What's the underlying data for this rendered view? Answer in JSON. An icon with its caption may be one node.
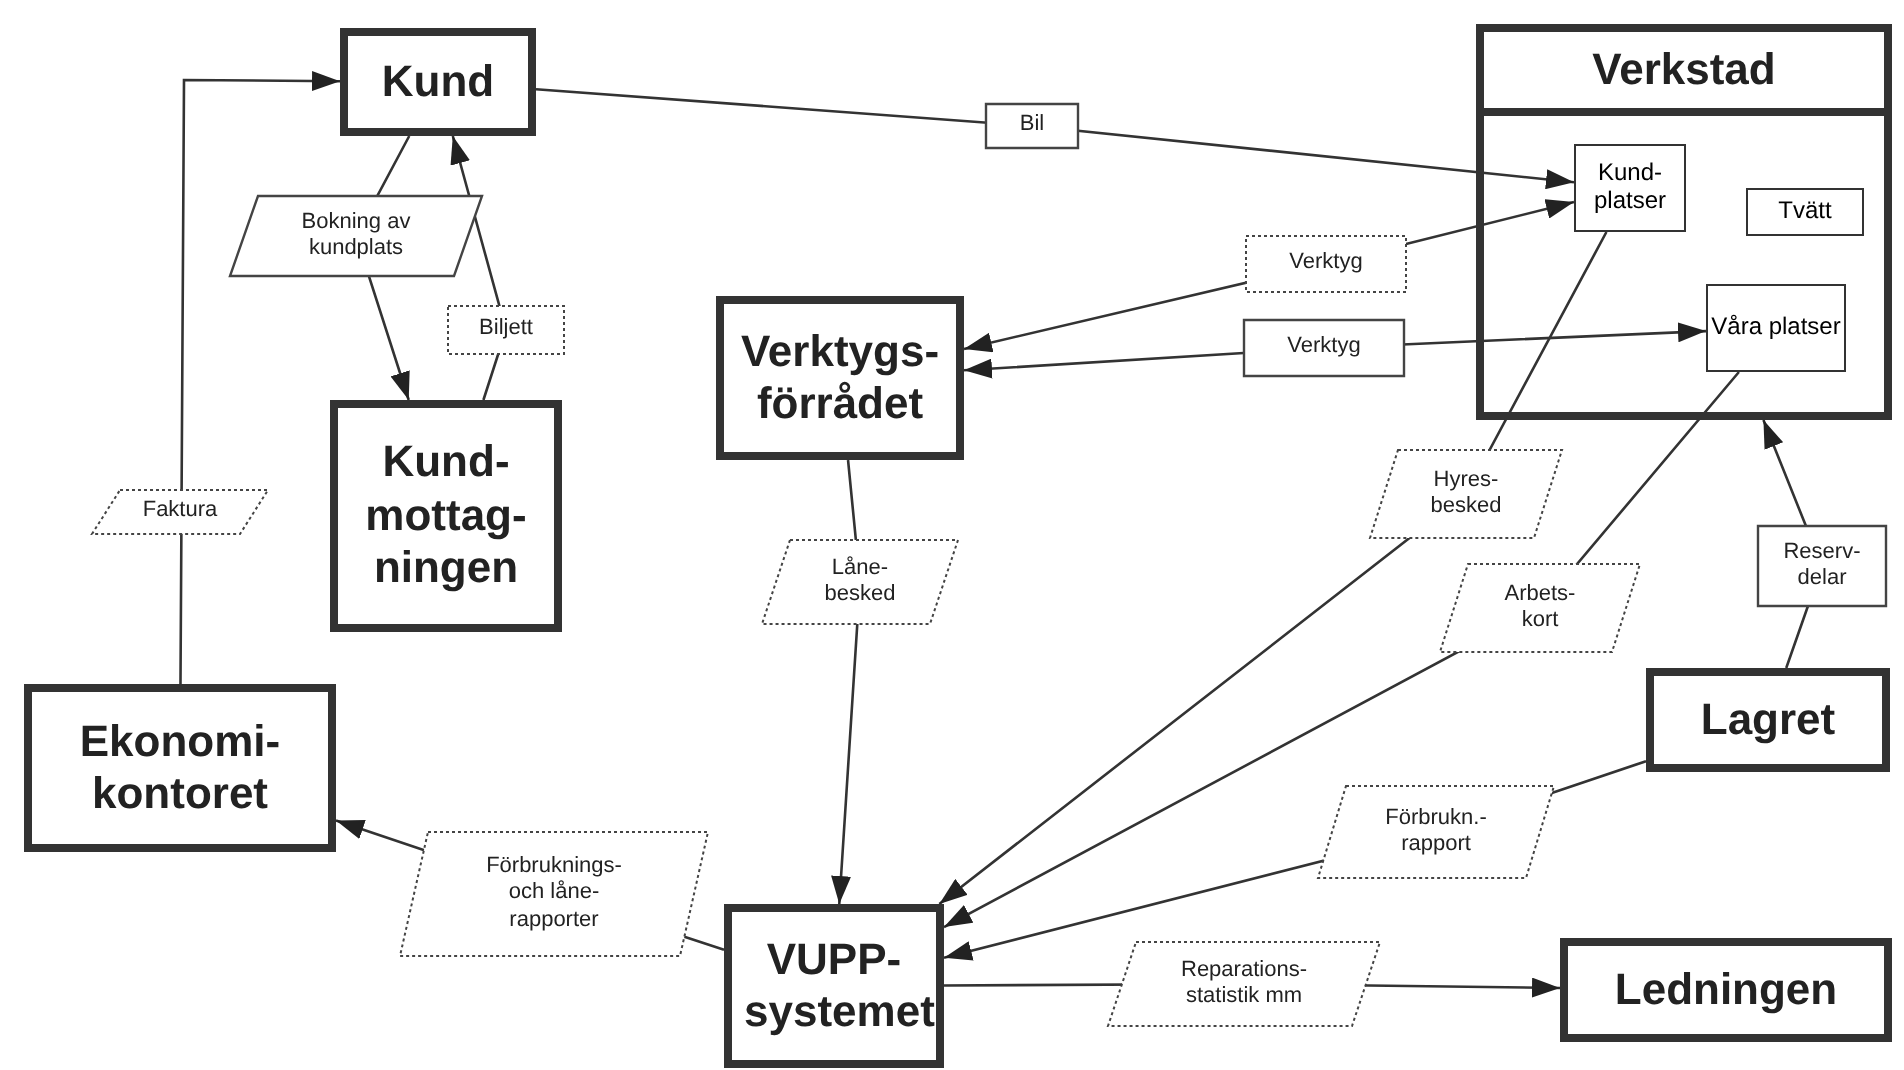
{
  "diagram": {
    "nodes": [
      {
        "text": [
          "Kund"
        ]
      },
      {
        "text": [
          "Kund- mottag- ningen"
        ]
      },
      {
        "text": [
          "Verktygs- förrådet"
        ]
      },
      {
        "text": [
          "Verkstad"
        ]
      },
      {
        "text": [
          "Kund- platser"
        ],
        "in": 3
      },
      {
        "text": [
          "Tvätt"
        ],
        "in": 3
      },
      {
        "text": [
          "Våra platser"
        ],
        "in": 3
      },
      {
        "text": [
          "Ekonomi- kontoret"
        ]
      },
      {
        "text": [
          "VUPP- systemet"
        ]
      },
      {
        "text": [
          "Lagret"
        ]
      },
      {
        "text": [
          "Ledningen"
        ]
      }
    ],
    "edges": [
      {
        "from": 7,
        "to": 0,
        "arrow": "to",
        "label": "Faktura"
      },
      {
        "from": 0,
        "to": 1,
        "arrow": "to",
        "label": "Bokning av kundplats"
      },
      {
        "from": 1,
        "to": 0,
        "arrow": "to",
        "label": "Biljett"
      },
      {
        "from": 0,
        "to": 4,
        "arrow": "to",
        "label": "Bil"
      },
      {
        "from": 2,
        "to": 4,
        "arrow": "both",
        "label": "Verktyg"
      },
      {
        "from": 6,
        "to": 2,
        "arrow": "both",
        "label": "Verktyg"
      },
      {
        "from": 2,
        "to": 8,
        "arrow": "to",
        "label": "Låne- besked"
      },
      {
        "from": 4,
        "to": 8,
        "arrow": "to",
        "label": "Hyres- besked"
      },
      {
        "from": 6,
        "to": 8,
        "arrow": "to",
        "label": "Arbets- kort"
      },
      {
        "from": 9,
        "to": 3,
        "arrow": "to",
        "label": "Reserv- delar"
      },
      {
        "from": 9,
        "to": 8,
        "arrow": "to",
        "label": "Förbrukn.- rapport"
      },
      {
        "from": 8,
        "to": 7,
        "arrow": "to",
        "label": "Förbruknings- och låne- rapporter"
      },
      {
        "from": 8,
        "to": 10,
        "arrow": "to",
        "label": "Reparations- statistik mm"
      }
    ]
  }
}
